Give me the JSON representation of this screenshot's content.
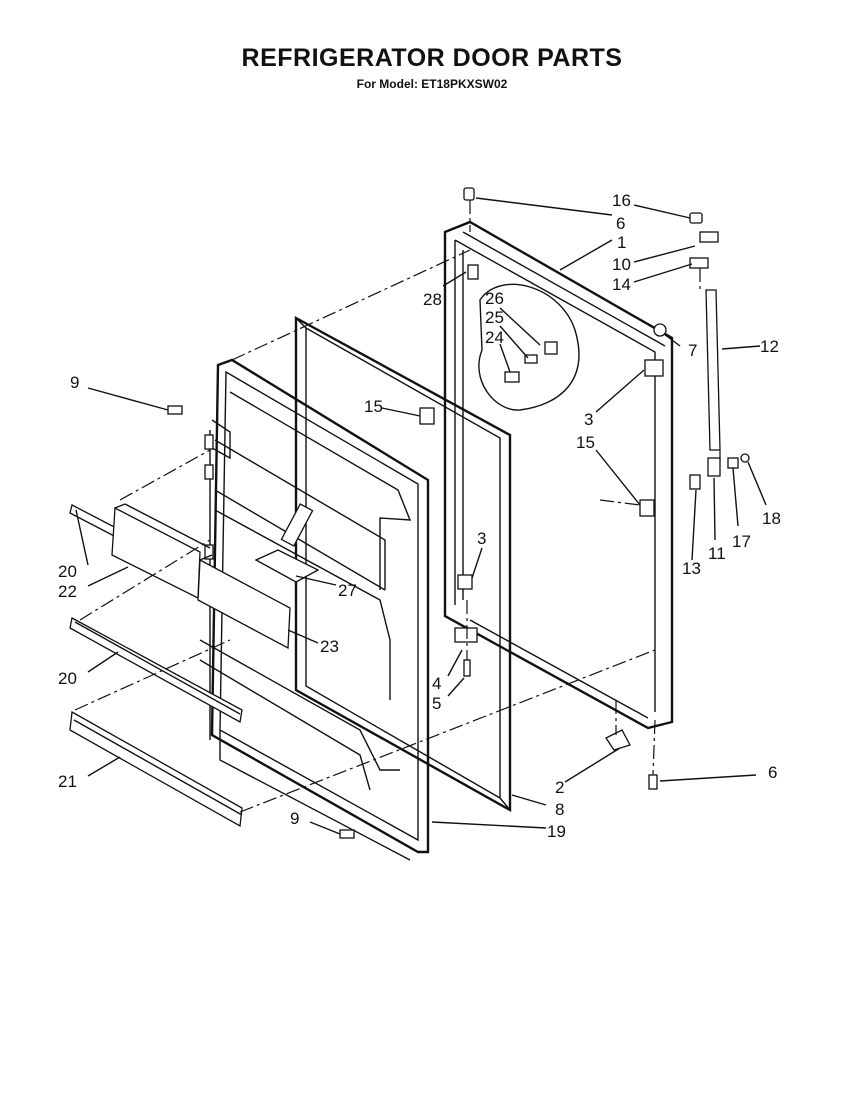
{
  "title": "REFRIGERATOR DOOR PARTS",
  "subtitle": "For Model: ET18PKXSW02",
  "callouts": {
    "c1": "1",
    "c2": "2",
    "c3a": "3",
    "c3b": "3",
    "c4": "4",
    "c5": "5",
    "c6a": "6",
    "c6b": "6",
    "c7": "7",
    "c8": "8",
    "c9a": "9",
    "c9b": "9",
    "c10": "10",
    "c11": "11",
    "c12": "12",
    "c13": "13",
    "c14": "14",
    "c15a": "15",
    "c15b": "15",
    "c16": "16",
    "c17": "17",
    "c18": "18",
    "c19": "19",
    "c20a": "20",
    "c20b": "20",
    "c21": "21",
    "c22": "22",
    "c23": "23",
    "c24": "24",
    "c25": "25",
    "c26": "26",
    "c27": "27",
    "c28": "28"
  }
}
